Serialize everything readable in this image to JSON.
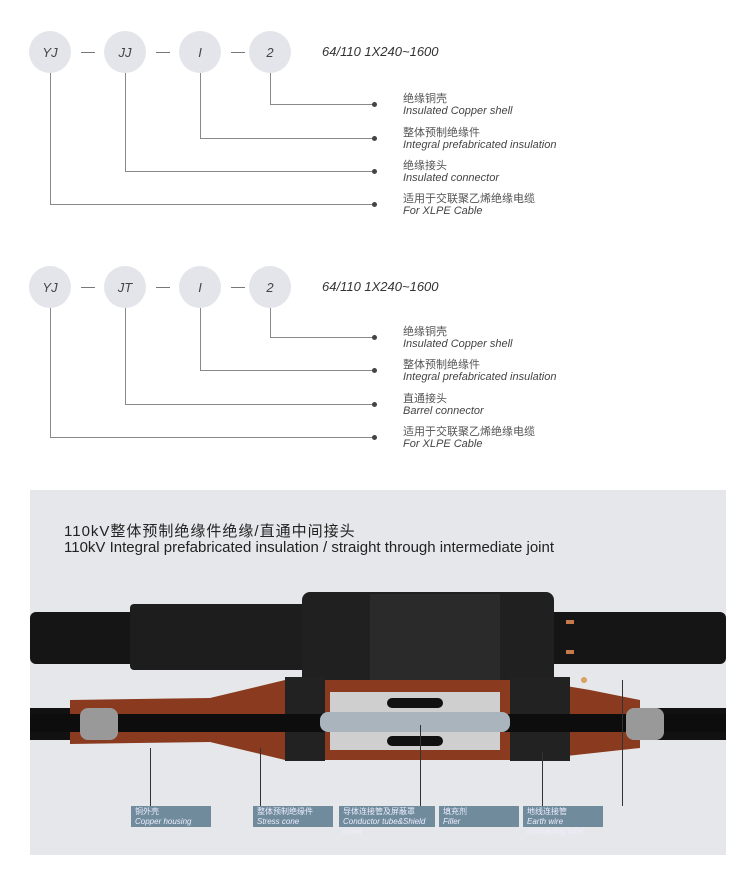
{
  "diagrams": [
    {
      "codes": [
        "YJ",
        "JJ",
        "I",
        "2"
      ],
      "spec": "64/110  1X240~1600",
      "items": [
        {
          "cn": "绝缘铜壳",
          "en": "Insulated Copper shell"
        },
        {
          "cn": "整体预制绝缘件",
          "en": "Integral prefabricated insulation"
        },
        {
          "cn": "绝缘接头",
          "en": "Insulated connector"
        },
        {
          "cn": "适用于交联聚乙烯绝缘电缆",
          "en": "For XLPE Cable"
        }
      ]
    },
    {
      "codes": [
        "YJ",
        "JT",
        "I",
        "2"
      ],
      "spec": "64/110  1X240~1600",
      "items": [
        {
          "cn": "绝缘铜壳",
          "en": "Insulated Copper shell"
        },
        {
          "cn": "整体预制绝缘件",
          "en": "Integral prefabricated insulation"
        },
        {
          "cn": "直通接头",
          "en": "Barrel connector"
        },
        {
          "cn": "适用于交联聚乙烯绝缘电缆",
          "en": "For XLPE Cable"
        }
      ]
    }
  ],
  "panel": {
    "title_cn": "110kV整体预制绝缘件绝缘/直通中间接头",
    "title_en": "110kV Integral prefabricated insulation / straight through intermediate joint",
    "labels": [
      {
        "cn": "铜外壳",
        "en": "Copper housing"
      },
      {
        "cn": "整体预制绝缘件",
        "en": "Stress cone"
      },
      {
        "cn": "导体连接管及屏蔽罩",
        "en": "Conductor tube&Shield cover"
      },
      {
        "cn": "填充剂",
        "en": "Filler"
      },
      {
        "cn": "地线连接管",
        "en": "Earth wire connecting tube"
      }
    ]
  },
  "colors": {
    "copper": "#8a3a1e",
    "label_bg": "#6f8b9c",
    "circle": "#e3e5ea"
  }
}
